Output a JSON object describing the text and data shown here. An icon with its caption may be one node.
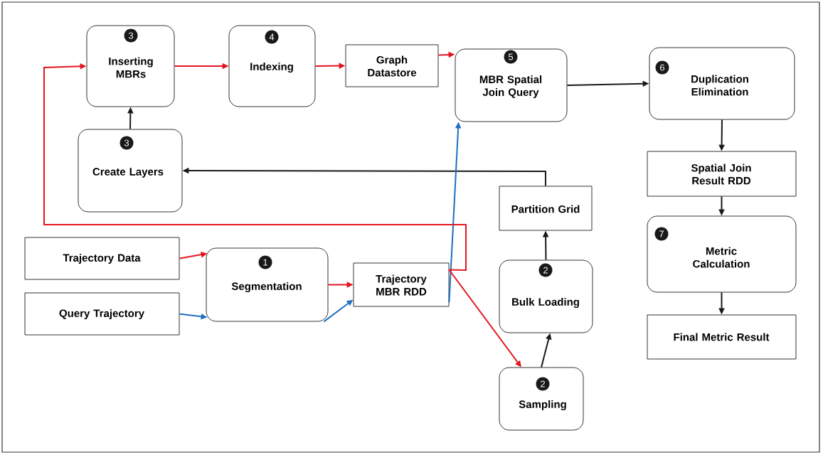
{
  "diagram": {
    "nodes": [
      {
        "text": [
          "3",
          "Inserting MBRs"
        ]
      },
      {
        "text": [
          "4",
          "Indexing"
        ]
      },
      {
        "text": [
          "Graph Datastore"
        ]
      },
      {
        "text": [
          "5",
          "MBR Spatial Join Query"
        ]
      },
      {
        "text": [
          "6",
          "Duplication Elimination"
        ]
      },
      {
        "text": [
          "3",
          "Create Layers"
        ]
      },
      {
        "text": [
          "Spatial Join Result RDD"
        ]
      },
      {
        "text": [
          "Partition Grid"
        ]
      },
      {
        "text": [
          "Trajectory Data"
        ]
      },
      {
        "text": [
          "7",
          "Metric Calculation"
        ]
      },
      {
        "text": [
          "1",
          "Segmentation"
        ]
      },
      {
        "text": [
          "Trajectory MBR RDD"
        ]
      },
      {
        "text": [
          "Query Trajectory"
        ]
      },
      {
        "text": [
          "2",
          "Bulk Loading"
        ]
      },
      {
        "text": [
          "Final Metric Result"
        ]
      },
      {
        "text": [
          "2",
          "Sampling"
        ]
      }
    ],
    "edges": [
      {
        "from": 0,
        "to": 1,
        "arrow": "to",
        "color": "#e3151f"
      },
      {
        "from": 1,
        "to": 2,
        "arrow": "to",
        "color": "#e3151f"
      },
      {
        "from": 2,
        "to": 3,
        "arrow": "to",
        "color": "#e3151f"
      },
      {
        "from": 3,
        "to": 4,
        "arrow": "to",
        "color": "#191919"
      },
      {
        "from": 5,
        "to": 0,
        "arrow": "to",
        "color": "#191919"
      },
      {
        "from": 7,
        "to": 5,
        "arrow": "to",
        "color": "#191919"
      },
      {
        "from": 4,
        "to": 6,
        "arrow": "to",
        "color": "#191919"
      },
      {
        "from": 6,
        "to": 9,
        "arrow": "to",
        "color": "#191919"
      },
      {
        "from": 9,
        "to": 14,
        "arrow": "to",
        "color": "#191919"
      },
      {
        "from": 8,
        "to": 10,
        "arrow": "to",
        "color": "#e3151f"
      },
      {
        "from": 12,
        "to": 10,
        "arrow": "to",
        "color": "#1f6fbf"
      },
      {
        "from": 10,
        "to": 11,
        "arrow": "to",
        "color": "#e3151f"
      },
      {
        "from": 10,
        "to": 11,
        "arrow": "to",
        "color": "#1f6fbf"
      },
      {
        "from": 11,
        "to": 3,
        "arrow": "to",
        "color": "#1f6fbf"
      },
      {
        "from": 11,
        "to": 0,
        "arrow": "to",
        "color": "#e3151f"
      },
      {
        "from": 11,
        "to": 15,
        "arrow": "to",
        "color": "#e3151f"
      },
      {
        "from": 15,
        "to": 13,
        "arrow": "to",
        "color": "#191919"
      },
      {
        "from": 13,
        "to": 7,
        "arrow": "to",
        "color": "#191919"
      }
    ]
  }
}
